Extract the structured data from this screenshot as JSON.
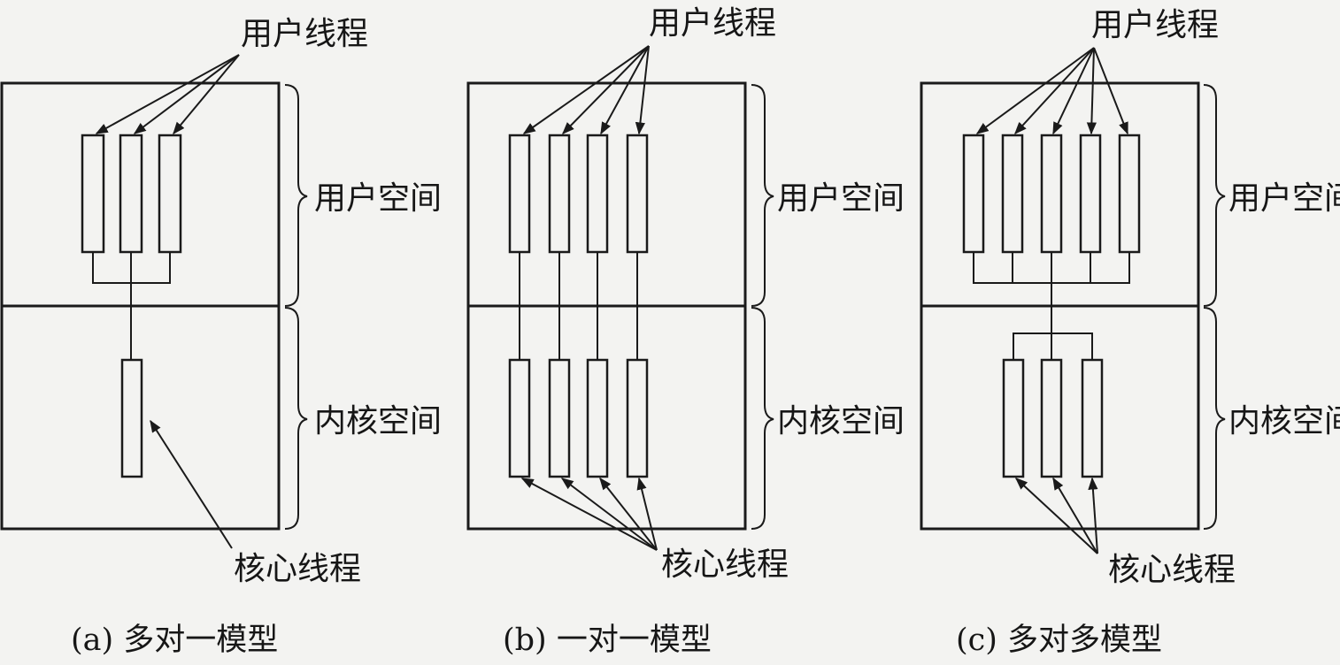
{
  "panels": [
    {
      "id": "a",
      "label_user_thread": "用户线程",
      "label_user_space": "用户空间",
      "label_kernel_space": "内核空间",
      "label_kernel_thread": "核心线程",
      "caption": "(a) 多对一模型",
      "user_thread_count": 3,
      "kernel_thread_count": 1
    },
    {
      "id": "b",
      "label_user_thread": "用户线程",
      "label_user_space": "用户空间",
      "label_kernel_space": "内核空间",
      "label_kernel_thread": "核心线程",
      "caption": "(b) 一对一模型",
      "user_thread_count": 4,
      "kernel_thread_count": 4
    },
    {
      "id": "c",
      "label_user_thread": "用户线程",
      "label_user_space": "用户空间",
      "label_kernel_space": "内核空间",
      "label_kernel_thread": "核心线程",
      "caption": "(c) 多对多模型",
      "user_thread_count": 5,
      "kernel_thread_count": 3
    }
  ],
  "colors": {
    "background": "#f3f3f1",
    "ink": "#1a1a1a"
  }
}
